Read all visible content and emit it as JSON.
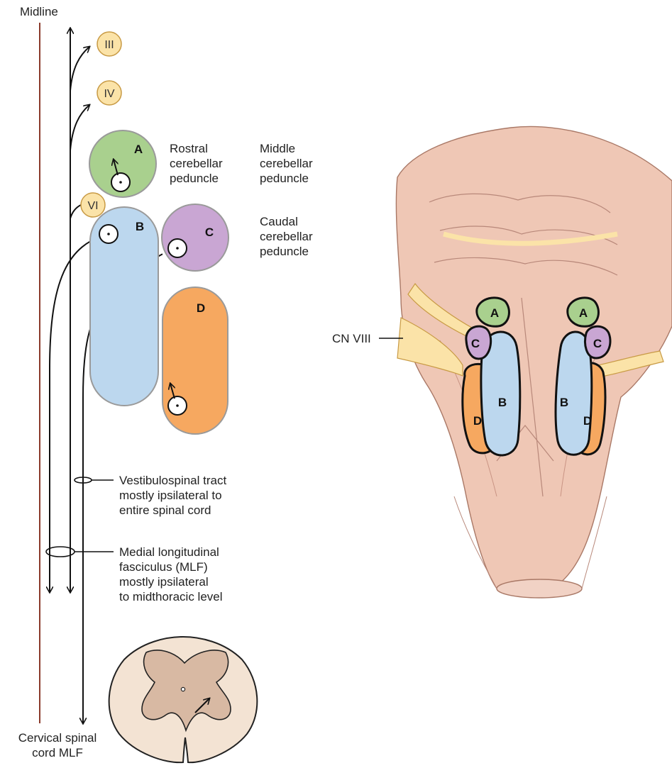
{
  "labels": {
    "midline": "Midline",
    "cn3": "III",
    "cn4": "IV",
    "cn6": "VI",
    "nucleus_a": "A",
    "nucleus_b": "B",
    "nucleus_c": "C",
    "nucleus_d": "D",
    "rostral_peduncle": "Rostral\ncerebellar\npeduncle",
    "middle_peduncle": "Middle\ncerebellar\npeduncle",
    "caudal_peduncle": "Caudal\ncerebellar\npeduncle",
    "vestibulospinal": "Vestibulospinal tract\nmostly ipsilateral to\nentire spinal cord",
    "mlf": "Medial longitudinal\nfasciculus (MLF)\nmostly ipsilateral\nto midthoracic level",
    "cervical": "Cervical spinal\ncord MLF",
    "cn8": "CN VIII"
  },
  "colors": {
    "nucleus_a": "#a9d08e",
    "nucleus_b": "#bcd7ee",
    "nucleus_c": "#c9a6d3",
    "nucleus_d": "#f6a860",
    "cranial_nerve": "#fbe3a8",
    "brainstem": "#efc7b5",
    "spinal_cord": "#f3e3d3",
    "gray_matter": "#d8b9a3"
  }
}
